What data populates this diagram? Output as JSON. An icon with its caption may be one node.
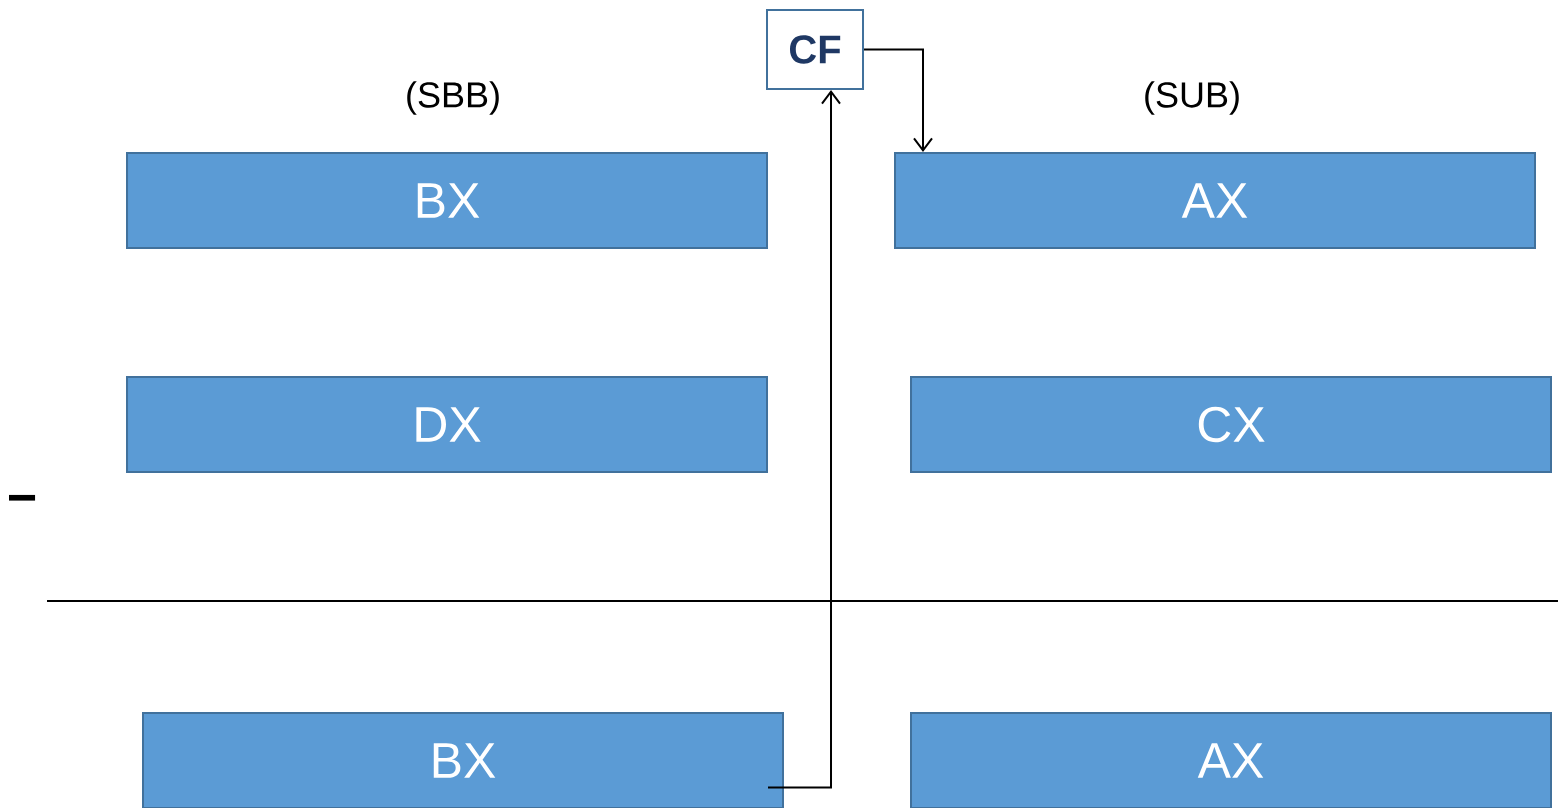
{
  "diagram": {
    "nodes": [
      {
        "text": [
          "CF"
        ]
      },
      {
        "text": [
          "BX"
        ]
      },
      {
        "text": [
          "AX"
        ]
      },
      {
        "text": [
          "DX"
        ]
      },
      {
        "text": [
          "CX"
        ]
      },
      {
        "text": [
          "BX"
        ]
      },
      {
        "text": [
          "AX"
        ]
      }
    ],
    "edges": [
      {
        "from": 0,
        "to": 2,
        "arrow": "to"
      },
      {
        "from": 5,
        "to": 0,
        "arrow": "to"
      }
    ],
    "labels": [
      "(SBB)",
      "(SUB)",
      "−"
    ]
  }
}
